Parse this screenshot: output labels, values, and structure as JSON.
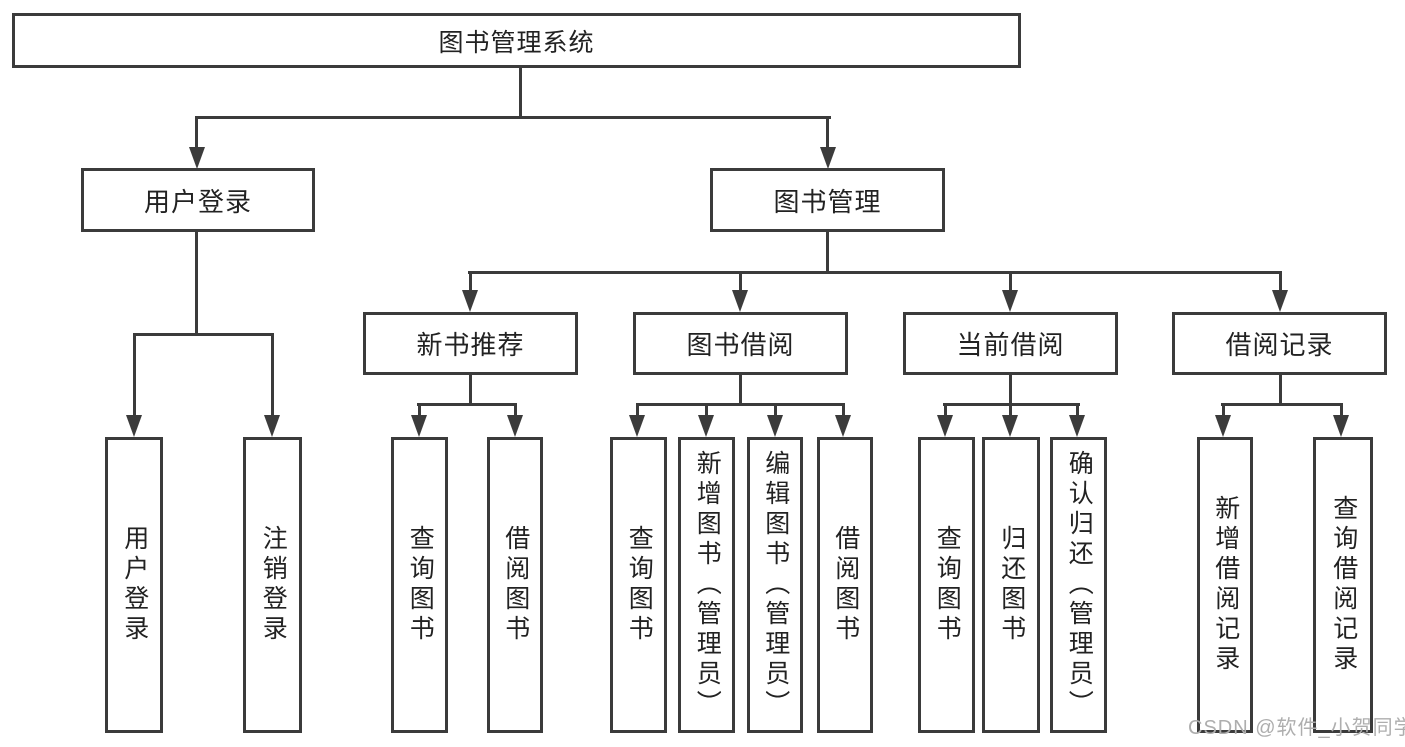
{
  "tree": {
    "label": "图书管理系统",
    "children": [
      {
        "label": "用户登录",
        "children": [
          {
            "label": "用户登录"
          },
          {
            "label": "注销登录"
          }
        ]
      },
      {
        "label": "图书管理",
        "children": [
          {
            "label": "新书推荐",
            "children": [
              {
                "label": "查询图书"
              },
              {
                "label": "借阅图书"
              }
            ]
          },
          {
            "label": "图书借阅",
            "children": [
              {
                "label": "查询图书"
              },
              {
                "label": "新增图书（管理员）"
              },
              {
                "label": "编辑图书（管理员）"
              },
              {
                "label": "借阅图书"
              }
            ]
          },
          {
            "label": "当前借阅",
            "children": [
              {
                "label": "查询图书"
              },
              {
                "label": "归还图书"
              },
              {
                "label": "确认归还（管理员）"
              }
            ]
          },
          {
            "label": "借阅记录",
            "children": [
              {
                "label": "新增借阅记录"
              },
              {
                "label": "查询借阅记录"
              }
            ]
          }
        ]
      }
    ]
  },
  "watermark": {
    "text": "CSDN @软件_小贺同学"
  },
  "colors": {
    "line": "#3b3b3b",
    "text": "#222222",
    "watermark": "#aeaeae",
    "background": "#ffffff"
  }
}
